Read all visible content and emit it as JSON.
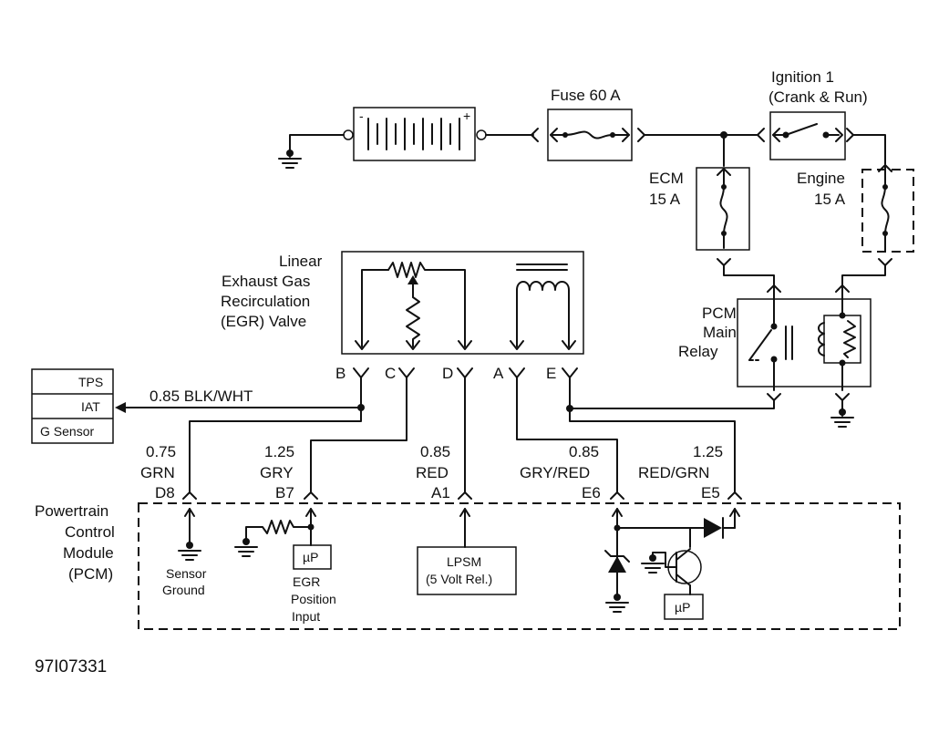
{
  "labels": {
    "fuse60": "Fuse 60 A",
    "ign_l1": "Ignition 1",
    "ign_l2": "(Crank & Run)",
    "ecm_l1": "ECM",
    "ecm_l2": "15 A",
    "eng_l1": "Engine",
    "eng_l2": "15 A",
    "relay_l1": "PCM",
    "relay_l2": "Main",
    "relay_l3": "Relay",
    "egr_l1": "Linear",
    "egr_l2": "Exhaust Gas",
    "egr_l3": "Recirculation",
    "egr_l4": "(EGR) Valve",
    "pin_b": "B",
    "pin_c": "C",
    "pin_d": "D",
    "pin_a": "A",
    "pin_e": "E",
    "tps": "TPS",
    "iat": "IAT",
    "gsensor": "G Sensor",
    "wire_blkwht": "0.85 BLK/WHT",
    "w1_gauge": "0.75",
    "w1_color": "GRN",
    "w1_pin": "D8",
    "w2_gauge": "1.25",
    "w2_color": "GRY",
    "w2_pin": "B7",
    "w3_gauge": "0.85",
    "w3_color": "RED",
    "w3_pin": "A1",
    "w4_gauge": "0.85",
    "w4_color": "GRY/RED",
    "w4_pin": "E6",
    "w5_gauge": "1.25",
    "w5_color": "RED/GRN",
    "w5_pin": "E5",
    "pcm_l1": "Powertrain",
    "pcm_l2": "Control",
    "pcm_l3": "Module",
    "pcm_l4": "(PCM)",
    "sensor_ground_l1": "Sensor",
    "sensor_ground_l2": "Ground",
    "up1": "µP",
    "up2": "µP",
    "egrpos_l1": "EGR",
    "egrpos_l2": "Position",
    "egrpos_l3": "Input",
    "lpsm_l1": "LPSM",
    "lpsm_l2": "(5 Volt Rel.)",
    "battery_minus": "-",
    "battery_plus": "+",
    "fig_id": "97I07331"
  }
}
